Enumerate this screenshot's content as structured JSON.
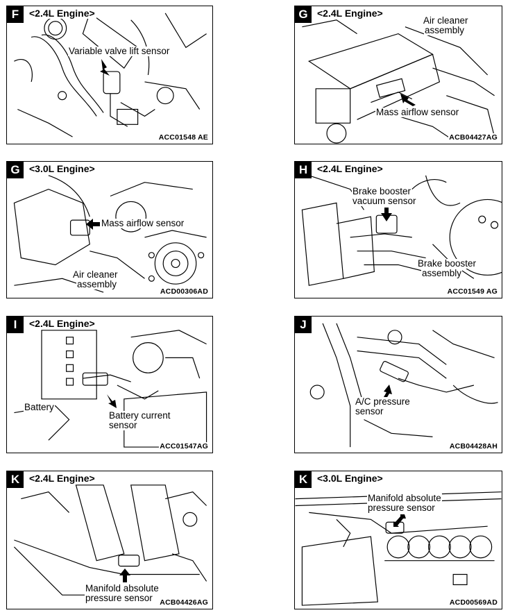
{
  "panels": [
    {
      "badge": "F",
      "engine": "<2.4L Engine>",
      "code": "ACC01548 AE",
      "labels": [
        "Variable valve lift sensor"
      ]
    },
    {
      "badge": "G",
      "engine": "<2.4L Engine>",
      "code": "ACB04427AG",
      "labels": [
        "Air cleaner",
        "assembly",
        "Mass airflow sensor"
      ]
    },
    {
      "badge": "G",
      "engine": "<3.0L Engine>",
      "code": "ACD00306AD",
      "labels": [
        "Mass airflow sensor",
        "Air cleaner",
        "assembly"
      ]
    },
    {
      "badge": "H",
      "engine": "<2.4L Engine>",
      "code": "ACC01549 AG",
      "labels": [
        "Brake booster",
        "vacuum sensor",
        "Brake booster",
        "assembly"
      ]
    },
    {
      "badge": "I",
      "engine": "<2.4L Engine>",
      "code": "ACC01547AG",
      "labels": [
        "Battery",
        "Battery current",
        "sensor"
      ]
    },
    {
      "badge": "J",
      "engine": "",
      "code": "ACB04428AH",
      "labels": [
        "A/C pressure",
        "sensor"
      ]
    },
    {
      "badge": "K",
      "engine": "<2.4L Engine>",
      "code": "ACB04426AG",
      "labels": [
        "Manifold absolute",
        "pressure sensor"
      ]
    },
    {
      "badge": "K",
      "engine": "<3.0L Engine>",
      "code": "ACD00569AD",
      "labels": [
        "Manifold absolute",
        "pressure sensor"
      ]
    }
  ],
  "icons": {
    "arrow": "pointer-arrow-icon",
    "drawing": "engine-line-drawing"
  }
}
